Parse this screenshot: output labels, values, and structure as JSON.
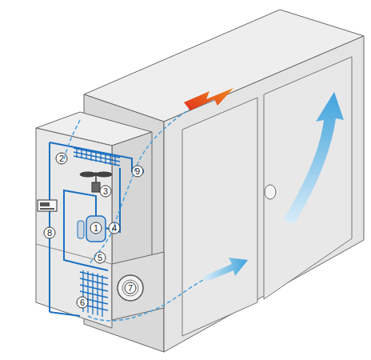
{
  "diagram": {
    "labels": [
      "2",
      "9",
      "3",
      "1",
      "4",
      "8",
      "5",
      "6",
      "7"
    ]
  }
}
